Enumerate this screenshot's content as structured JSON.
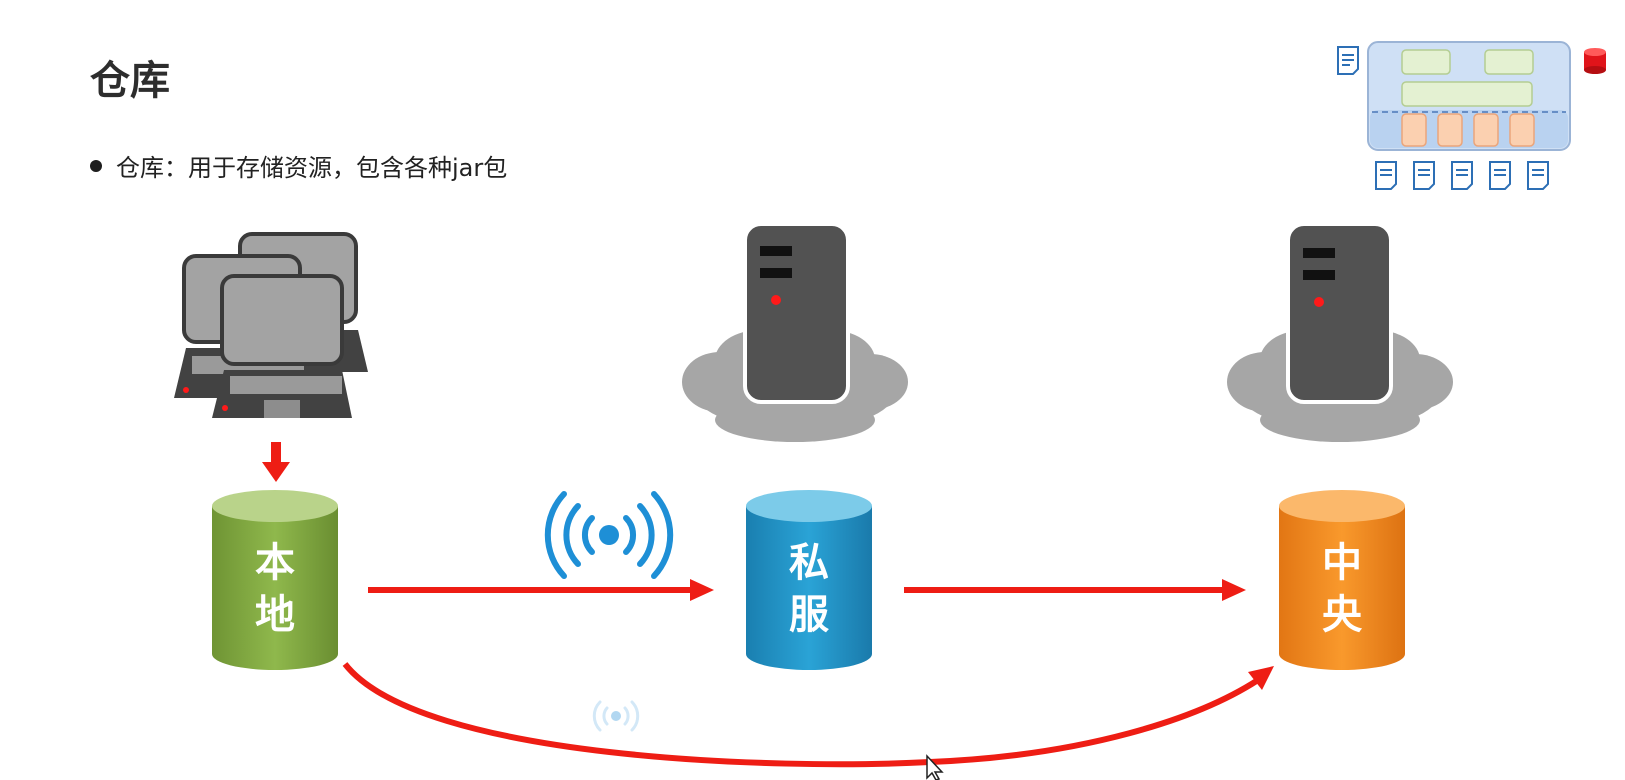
{
  "slide": {
    "title": "仓库",
    "bullet": "仓库：用于存储资源，包含各种jar包"
  },
  "repositories": [
    {
      "id": "local",
      "line1": "本",
      "line2": "地",
      "color": "#7ea53e"
    },
    {
      "id": "private",
      "line1": "私",
      "line2": "服",
      "color": "#2596c7"
    },
    {
      "id": "central",
      "line1": "中",
      "line2": "央",
      "color": "#f08a24"
    }
  ],
  "colors": {
    "arrow": "#ee1d14",
    "server": "#535353",
    "cloud": "#a6a6a6",
    "wifi": "#1e8fd6"
  },
  "icons": [
    "computers-icon",
    "server-icon",
    "cloud-icon",
    "wifi-signal-icon",
    "cursor-icon",
    "architecture-thumbnail-icon",
    "document-icon",
    "database-icon"
  ]
}
